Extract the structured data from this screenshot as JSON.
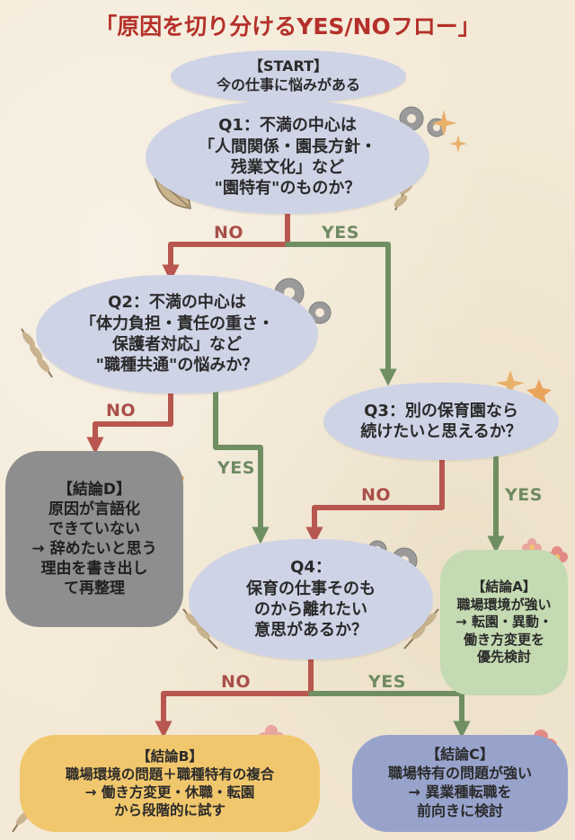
{
  "title": "「原因を切り分けるYES/NOフロー」",
  "start": {
    "lines": [
      "【START】",
      "今の仕事に悩みがある"
    ]
  },
  "q1": {
    "lines": [
      "Q1：不満の中心は",
      "「人間関係・園長方針・",
      "残業文化」など",
      "\"園特有\"のものか？"
    ]
  },
  "q2": {
    "lines": [
      "Q2：不満の中心は",
      "「体力負担・責任の重さ・",
      "保護者対応」など",
      "\"職種共通\"の悩みか？"
    ]
  },
  "q3": {
    "lines": [
      "Q3：別の保育園なら",
      "続けたいと思えるか？"
    ]
  },
  "q4": {
    "lines": [
      "Q4：",
      "保育の仕事そのも",
      "のから離れたい",
      "意思があるか？"
    ]
  },
  "conclusion_d": {
    "lines": [
      "【結論D】",
      "原因が言語化",
      "できていない",
      "→ 辞めたいと思う",
      "理由を書き出し",
      "て再整理"
    ]
  },
  "conclusion_a": {
    "lines": [
      "【結論A】",
      "職場環境が強い",
      "→ 転園・異動・",
      "働き方変更を",
      "優先検討"
    ]
  },
  "conclusion_b": {
    "lines": [
      "【結論B】",
      "職場環境の問題＋職種特有の複合",
      "→ 働き方変更・休職・転園",
      "から段階的に試す"
    ]
  },
  "conclusion_c": {
    "lines": [
      "【結論C】",
      "職場特有の問題が強い",
      "→ 異業種転職を",
      "前向きに検討"
    ]
  },
  "labels": {
    "no": "NO",
    "yes": "YES"
  },
  "colors": {
    "no_arrow": "#b8574f",
    "yes_arrow": "#6f8f62",
    "title": "#b5302a"
  }
}
